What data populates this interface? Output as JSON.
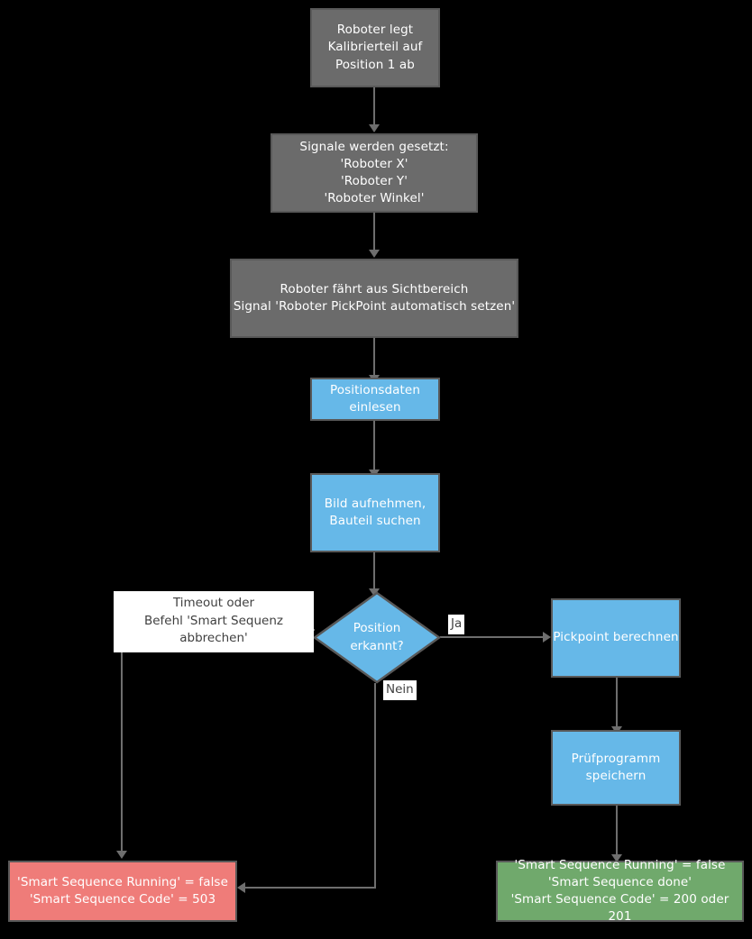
{
  "diagram": {
    "title": "Smart Sequenz Kalibrierung Ablaufdiagramm",
    "background_color": "#000000",
    "colors": {
      "process_gray": "#6b6b6b",
      "process_blue": "#66B8E8",
      "terminal_red": "#EF7C79",
      "terminal_green": "#70A96C",
      "border": "#595959",
      "connector": "#6e6e6e",
      "label_text": "#404040",
      "node_text": "#ffffff"
    },
    "nodes": {
      "roboter_legt_ab": "Roboter legt\nKalibrierteil auf\nPosition 1 ab",
      "signale_gesetzt": "Signale werden gesetzt:\n'Roboter X'\n'Roboter Y'\n'Roboter Winkel'",
      "roboter_faehrt": "Roboter fährt aus Sichtbereich\nSignal 'Roboter PickPoint automatisch setzen'",
      "positionsdaten": "Positionsdaten\neinlesen",
      "bild_aufnehmen": "Bild aufnehmen,\nBauteil suchen",
      "position_erkannt": "Position\nerkannt?",
      "pickpoint_berechnen": "Pickpoint berechnen",
      "pruefprogramm_speichern": "Prüfprogramm\nspeichern",
      "abbruch_terminal": "'Smart Sequence Running' = false\n'Smart Sequence Code' = 503",
      "erfolg_terminal": "'Smart Sequence Running' = false\n'Smart Sequence done'\n'Smart Sequence Code' = 200 oder 201"
    },
    "edge_labels": {
      "ja": "Ja",
      "nein": "Nein",
      "timeout": "Timeout oder\nBefehl 'Smart Sequenz abbrechen'"
    }
  }
}
